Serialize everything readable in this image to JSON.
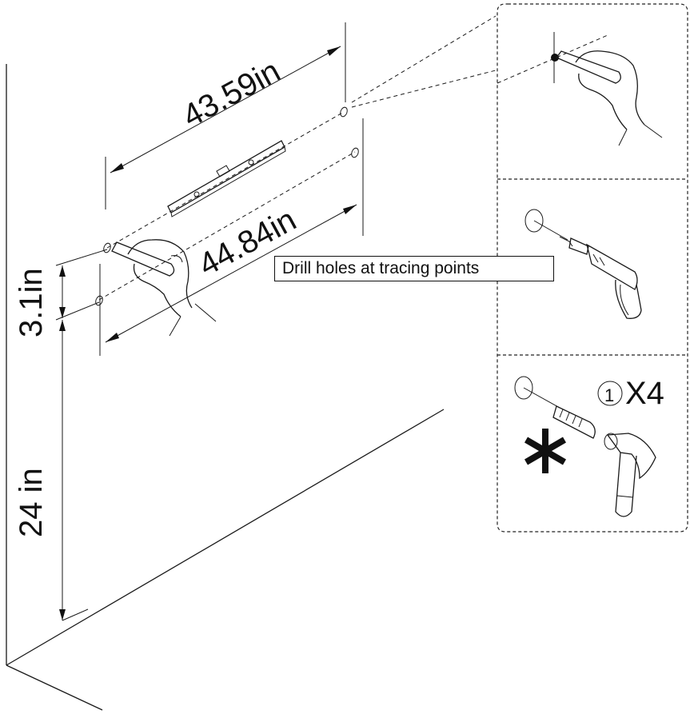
{
  "dimensions": {
    "top_width": "43.59in",
    "bottom_width": "44.84in",
    "vertical_spacing": "3.1in",
    "height_from_floor": "24 in"
  },
  "callout": {
    "text": "Drill holes at tracing points"
  },
  "panels": {
    "step3": {
      "circled_number": "①",
      "quantity": "X4"
    }
  },
  "icons": [
    "level-icon",
    "hand-marker-icon",
    "drill-icon",
    "wall-anchor-icon",
    "hammer-icon",
    "asterisk-icon"
  ]
}
